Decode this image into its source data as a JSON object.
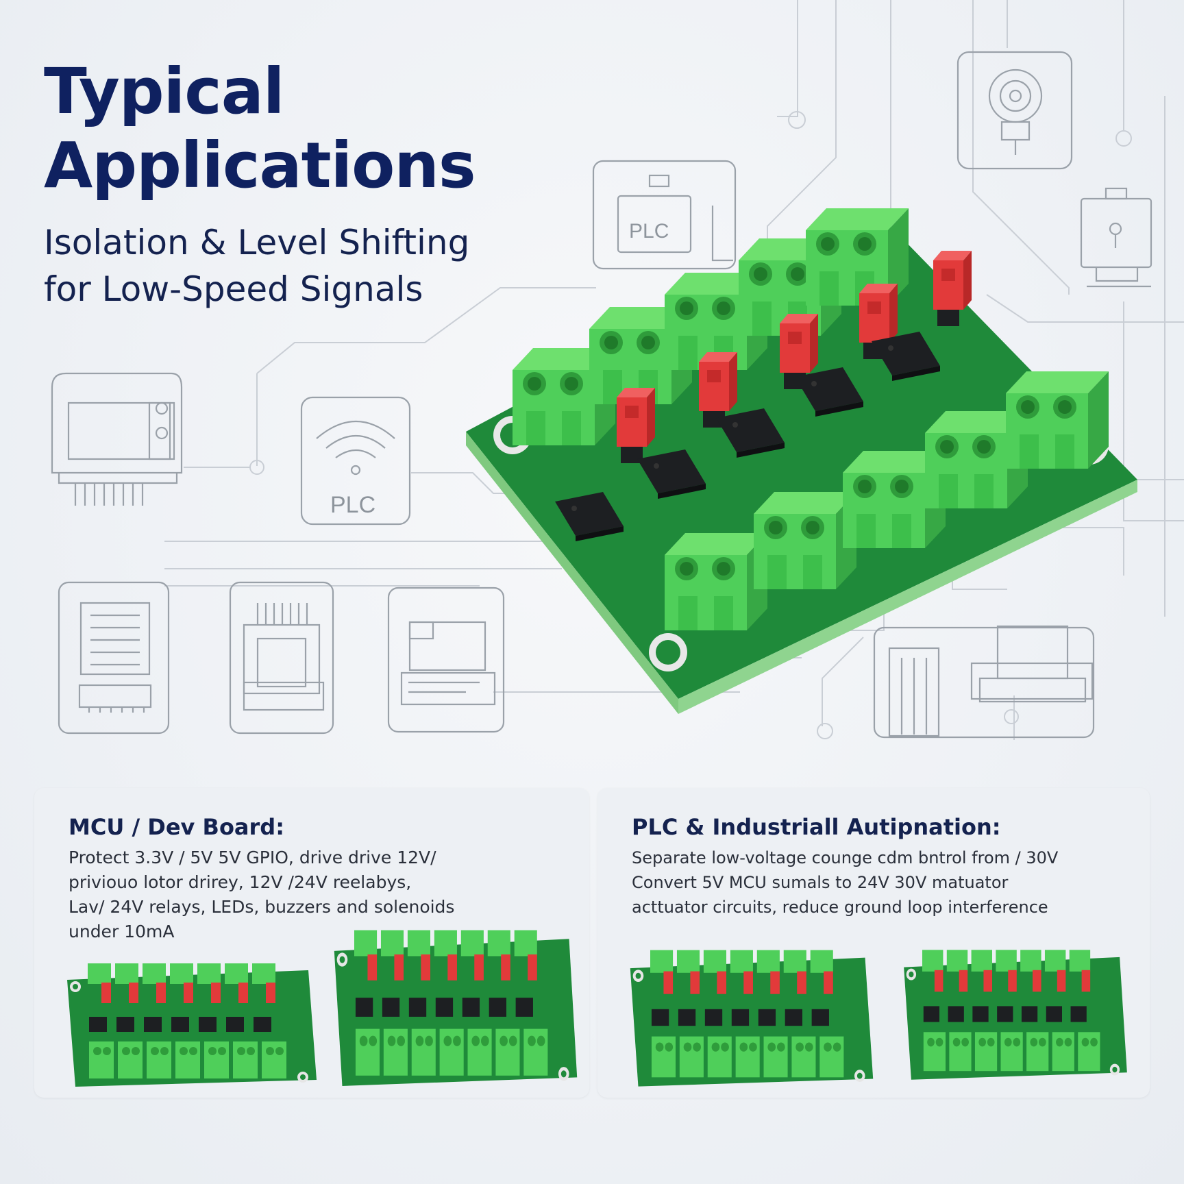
{
  "header": {
    "title_line1": "Typical",
    "title_line2": "Applications",
    "subtitle_line1": "Isolation & Level Shifting",
    "subtitle_line2": "for Low-Speed Signals"
  },
  "icons": {
    "plc_top_label": "PLC",
    "plc_wireless_label": "PLC"
  },
  "cards": [
    {
      "heading": "MCU / Dev Board:",
      "line1": "Protect 3.3V / 5V 5V GPIO, drive drive 12V/",
      "line2": "priviouo lotor drirey, 12V /24V reelabys,",
      "line3": "Lav/ 24V relays, LEDs, buzzers and solenoids",
      "line4": "under 10mA"
    },
    {
      "heading": "PLC & Industriall Autipnation:",
      "line1": "Separate low-voltage counge cdm bntrol from / 30V",
      "line2": "Convert 5V MCU sumals to 24V 30V matuator",
      "line3": "acttuator circuits, reduce ground loop interference"
    }
  ],
  "colors": {
    "title": "#0f2160",
    "pcb": "#1f8a3a",
    "terminal": "#4fcf5a",
    "jumper": "#e23a3a",
    "chip": "#1d1f22",
    "icon_line": "#9aa1a9"
  }
}
